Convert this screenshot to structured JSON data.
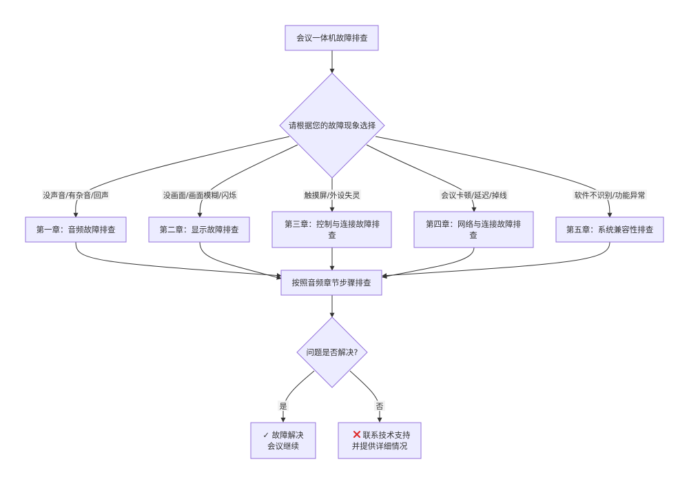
{
  "nodes": {
    "start": "会议一体机故障排查",
    "choose": "请根据您的故障现象选择",
    "ch1": "第一章：音频故障排查",
    "ch2": "第二章：显示故障排查",
    "ch3": [
      "第三章：控制与连接故障排",
      "查"
    ],
    "ch4": [
      "第四章：网络与连接故障排",
      "查"
    ],
    "ch5": "第五章：系统兼容性排查",
    "follow": "按照音频章节步骤排查",
    "solved": "问题是否解决?",
    "yes_end": [
      "✓ 故障解决",
      "会议继续"
    ],
    "no_end": [
      "联系技术支持",
      "并提供详细情况"
    ]
  },
  "edge_labels": {
    "e1": "没声音/有杂音/回声",
    "e2": "没画面/画面模糊/闪烁",
    "e3": "触摸屏/外设失灵",
    "e4": "会议卡顿/延迟/掉线",
    "e5": "软件不识别/功能异常",
    "yes": "是",
    "no": "否"
  },
  "icons": {
    "no_end_icon": "cross-mark-icon"
  },
  "colors": {
    "node_fill": "#ECECFF",
    "node_stroke": "#9370DB",
    "edge": "#333333",
    "cross": "#dd2c2c"
  }
}
